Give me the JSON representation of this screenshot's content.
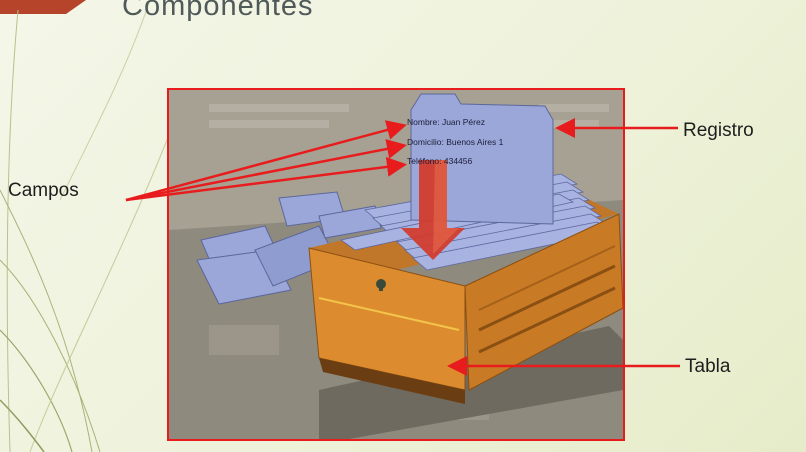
{
  "slide": {
    "title": "Componentes"
  },
  "card": {
    "fields": [
      "Nombre: Juan Pérez",
      "Domicilio: Buenos Aires 1",
      "Teléfono: 434456"
    ]
  },
  "labels": {
    "record": "Registro",
    "fields": "Campos",
    "table": "Tabla"
  },
  "colors": {
    "callout": "#e81c1c",
    "accent_tab": "#b5442a",
    "card": "#9aa7d8",
    "drawer": "#d9892a"
  }
}
